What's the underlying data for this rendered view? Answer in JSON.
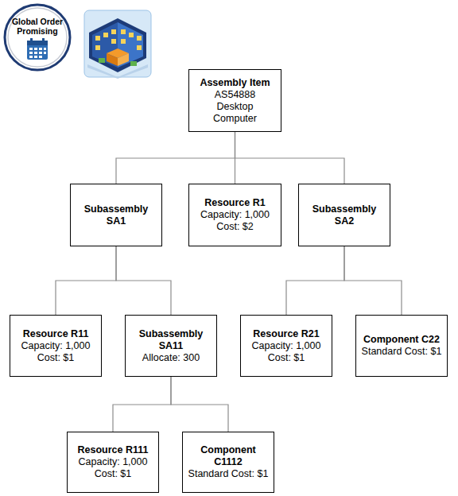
{
  "diagram": {
    "nodes": [
      {
        "text": [
          "Global Order Promising"
        ]
      },
      {
        "text": [
          "Assembly Item",
          "AS54888 Desktop Computer"
        ]
      },
      {
        "text": [
          "Subassembly SA1"
        ]
      },
      {
        "text": [
          "Resource R1",
          "Capacity: 1,000",
          "Cost: $2"
        ]
      },
      {
        "text": [
          "Subassembly SA2"
        ]
      },
      {
        "text": [
          "Resource R11",
          "Capacity: 1,000",
          "Cost: $1"
        ]
      },
      {
        "text": [
          "Subassembly SA11",
          "Allocate: 300"
        ]
      },
      {
        "text": [
          "Resource R21",
          "Capacity: 1,000",
          "Cost: $1"
        ]
      },
      {
        "text": [
          "Component C22",
          "Standard Cost: $1"
        ]
      },
      {
        "text": [
          "Resource R111",
          "Capacity: 1,000",
          "Cost: $1"
        ]
      },
      {
        "text": [
          "Component C1112",
          "Standard Cost: $1"
        ]
      }
    ],
    "edges": [
      {
        "from": 1,
        "to": 2,
        "arrow": "none"
      },
      {
        "from": 1,
        "to": 3,
        "arrow": "none"
      },
      {
        "from": 1,
        "to": 4,
        "arrow": "none"
      },
      {
        "from": 2,
        "to": 5,
        "arrow": "none"
      },
      {
        "from": 2,
        "to": 6,
        "arrow": "none"
      },
      {
        "from": 4,
        "to": 7,
        "arrow": "none"
      },
      {
        "from": 4,
        "to": 8,
        "arrow": "none"
      },
      {
        "from": 6,
        "to": 9,
        "arrow": "none"
      },
      {
        "from": 6,
        "to": 10,
        "arrow": "none"
      }
    ]
  }
}
